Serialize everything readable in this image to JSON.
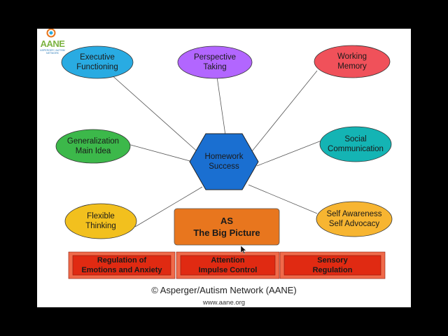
{
  "logo": {
    "text": "AANE",
    "subtext": "ASPERGER / AUTISM NETWORK"
  },
  "center": {
    "label": "Homework\nSuccess",
    "fill": "#1a6fd1"
  },
  "nodes": [
    {
      "id": "executive-functioning",
      "label": "Executive\nFunctioning",
      "fill": "#29abe2"
    },
    {
      "id": "perspective-taking",
      "label": "Perspective\nTaking",
      "fill": "#b266ff"
    },
    {
      "id": "working-memory",
      "label": "Working\nMemory",
      "fill": "#f0515a"
    },
    {
      "id": "generalization-main-idea",
      "label": "Generalization\nMain Idea",
      "fill": "#3cb84a"
    },
    {
      "id": "social-communication",
      "label": "Social\nCommunication",
      "fill": "#14b4b4"
    },
    {
      "id": "flexible-thinking",
      "label": "Flexible\nThinking",
      "fill": "#f2c01e"
    },
    {
      "id": "self-awareness-advocacy",
      "label": "Self Awareness\nSelf Advocacy",
      "fill": "#f7b531"
    }
  ],
  "big_picture": {
    "line1": "AS",
    "line2": "The Big Picture",
    "fill": "#e8761e"
  },
  "bottom_boxes": [
    {
      "label": "Regulation of\nEmotions and Anxiety"
    },
    {
      "label": "Attention\nImpulse Control"
    },
    {
      "label": "Sensory\nRegulation"
    }
  ],
  "colors": {
    "bottom_box": "#e02a12",
    "bottom_bevel": "#f06a4a",
    "line": "#555555"
  },
  "footer": {
    "copyright": "© Asperger/Autism Network (AANE)",
    "url": "www.aane.org"
  }
}
